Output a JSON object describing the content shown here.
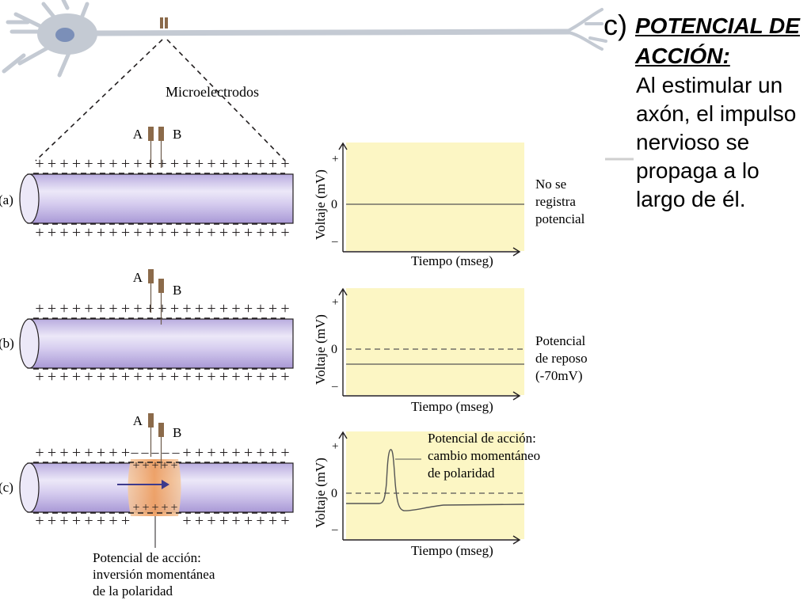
{
  "side_text": {
    "letter": "c)",
    "title": "POTENCIAL DE ACCIÓN:",
    "body": "Al estimular un axón, el impulso nervioso se propaga a lo largo de él."
  },
  "figure": {
    "microelectrodes_label": "Microelectrodos",
    "electrode_a": "A",
    "electrode_b": "B",
    "polarity_plus": "+",
    "polarity_minus": "–",
    "axis_ylabel": "Voltaje (mV)",
    "axis_xlabel": "Tiempo (mseg)",
    "tick_plus": "+",
    "tick_zero": "0",
    "tick_minus": "–",
    "panels": [
      {
        "id": "a",
        "label": "(a)",
        "annotation": [
          "No se",
          "registra",
          "potencial"
        ]
      },
      {
        "id": "b",
        "label": "(b)",
        "annotation": [
          "Potencial",
          "de reposo",
          "(-70mV)"
        ]
      },
      {
        "id": "c",
        "label": "(c)",
        "annotation": [
          "Potencial de acción:",
          "cambio momentáneo",
          "de polaridad"
        ]
      }
    ],
    "action_potential_caption": [
      "Potencial de acción:",
      "inversión momentánea",
      "de la polaridad"
    ]
  },
  "colors": {
    "axon_body": "#c8bde8",
    "axon_highlight": "#ece8f8",
    "plot_bg": "#fcf6c4",
    "depolarized_zone": "#f0b27a",
    "electrode": "#8b6a4a",
    "neuron": "#c4cad3",
    "nucleus": "#7b8fb8",
    "arrow": "#3d3a8c"
  }
}
